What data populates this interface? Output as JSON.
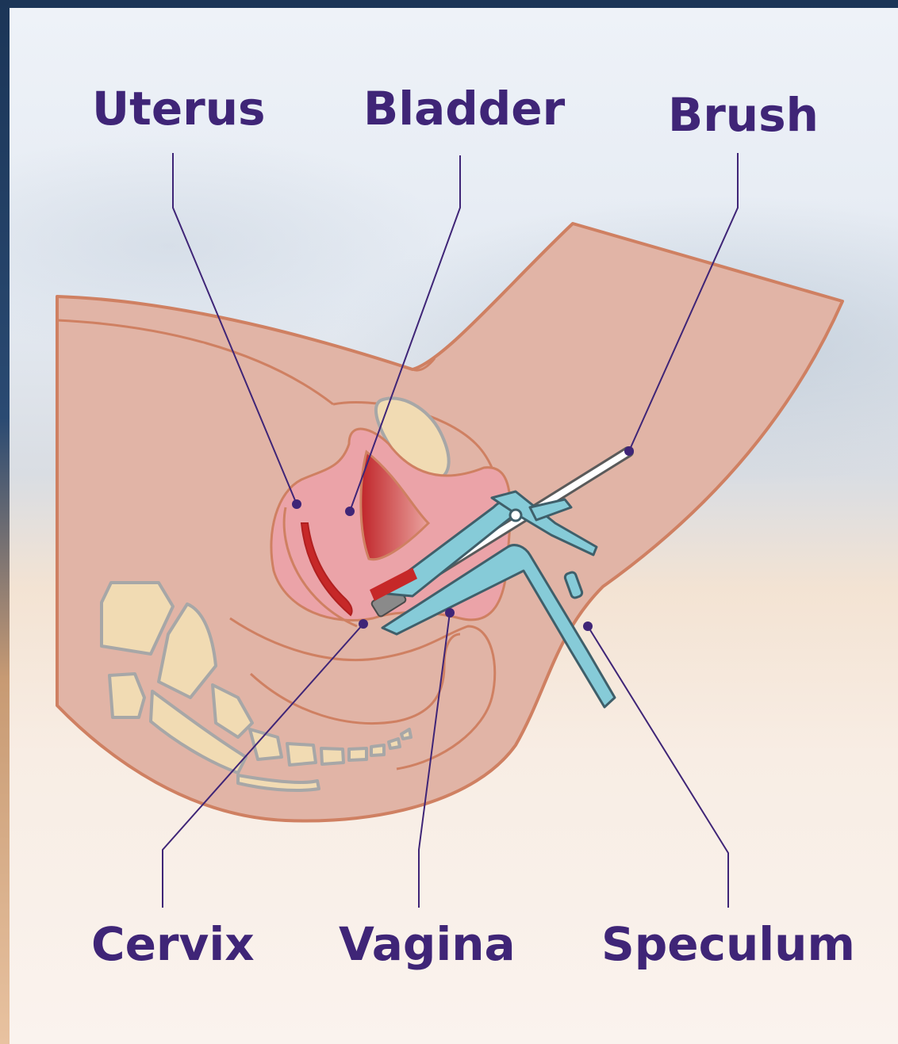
{
  "labels": {
    "uterus": "Uterus",
    "bladder": "Bladder",
    "brush": "Brush",
    "cervix": "Cervix",
    "vagina": "Vagina",
    "speculum": "Speculum"
  },
  "colors": {
    "label_text": "#3f2577",
    "leader_line": "#3f2577",
    "skin": "#e1b4a6",
    "skin_outline": "#cf8062",
    "organ_pink": "#eba3a8",
    "organ_red": "#c62828",
    "bone": "#f1dbb3",
    "bone_outline": "#a7a7a7",
    "speculum": "#86cbd8",
    "speculum_outline": "#3f5f6a"
  }
}
